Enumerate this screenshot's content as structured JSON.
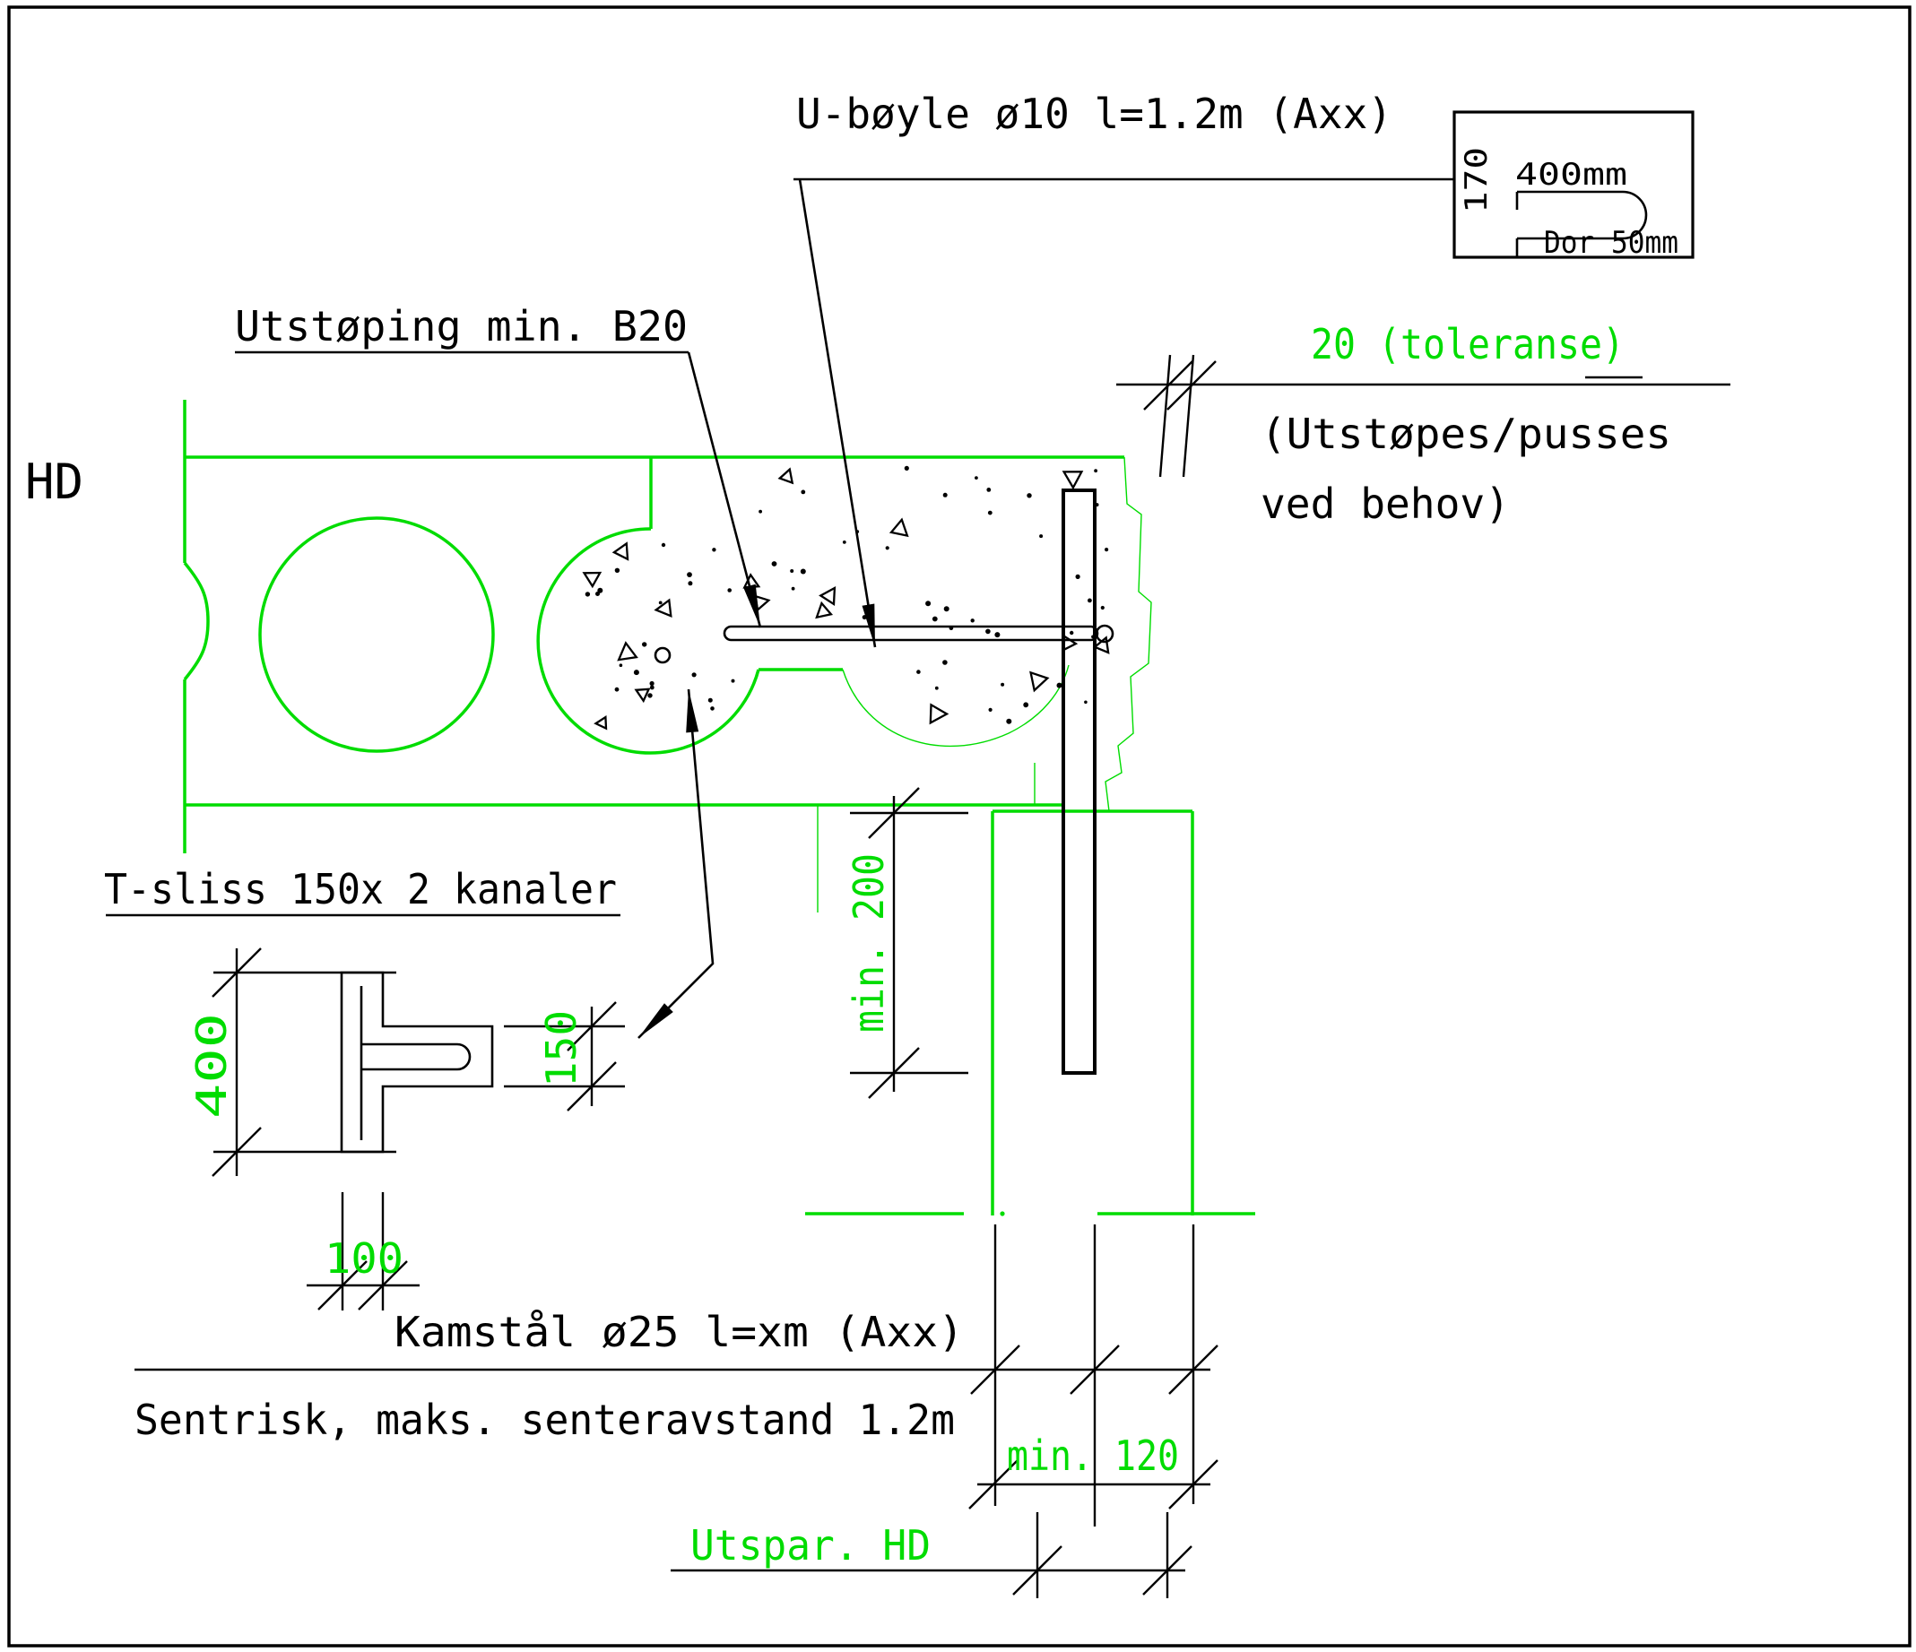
{
  "labels": {
    "u_boyle": "U-bøyle ø10 l=1.2m (Axx)",
    "utstoping": "Utstøping min. B20",
    "toleranse": "20 (toleranse)",
    "utstopes_1": "(Utstøpes/pusses",
    "utstopes_2": "ved behov)",
    "hd": "HD",
    "t_sliss": "T-sliss 150x 2 kanaler",
    "kamstal": "Kamstål ø25 l=xm (Axx)",
    "sentrisk": "Sentrisk, maks. senteravstand 1.2m"
  },
  "detail_box": {
    "height_170": "170",
    "length_400": "400mm",
    "dor_50": "Dor 50mm"
  },
  "dimensions": {
    "t_height": "400",
    "slot_width": "150",
    "web_width": "100",
    "embed_depth": "min. 200",
    "bearing": "min. 120",
    "recess": "Utspar. HD"
  },
  "colors": {
    "annotation_green": "#00DC00",
    "line_black": "#000000"
  }
}
